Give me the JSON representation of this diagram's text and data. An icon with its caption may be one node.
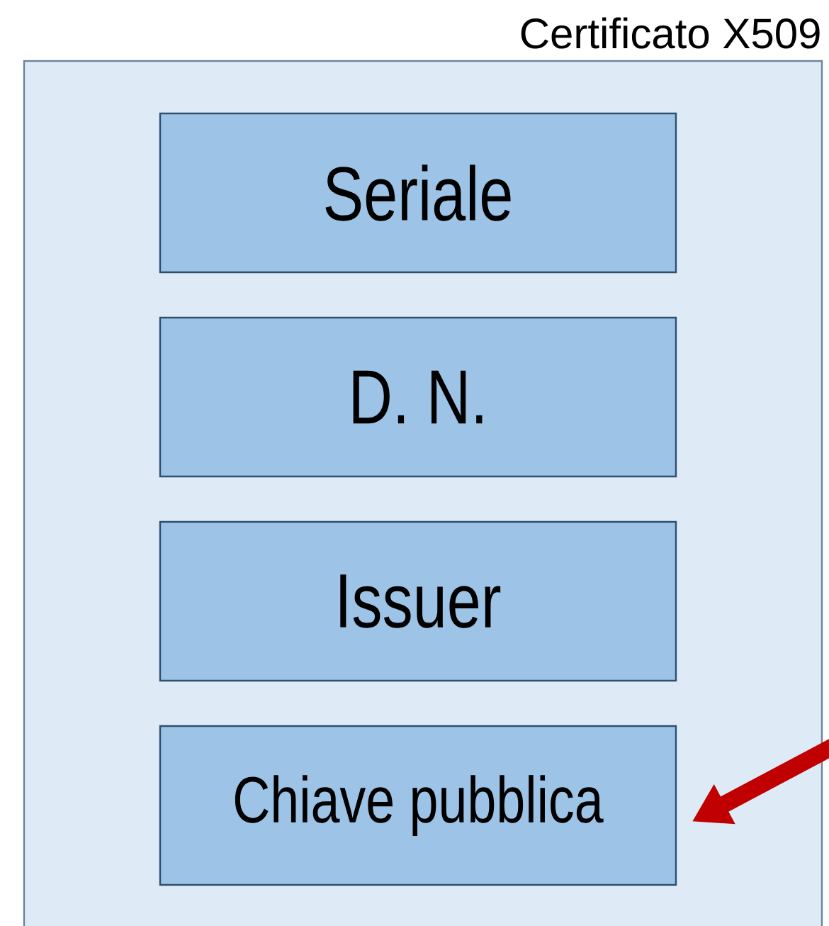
{
  "diagram": {
    "nodes": [
      {
        "text": [
          "Certificato X509"
        ]
      },
      {
        "text": [
          "Seriale"
        ],
        "in": 0
      },
      {
        "text": [
          "D. N."
        ],
        "in": 0
      },
      {
        "text": [
          "Issuer"
        ],
        "in": 0
      },
      {
        "text": [
          "Chiave pubblica"
        ],
        "in": 0
      }
    ],
    "edges": [
      {
        "from": null,
        "to": 4,
        "arrow": "to"
      }
    ]
  }
}
